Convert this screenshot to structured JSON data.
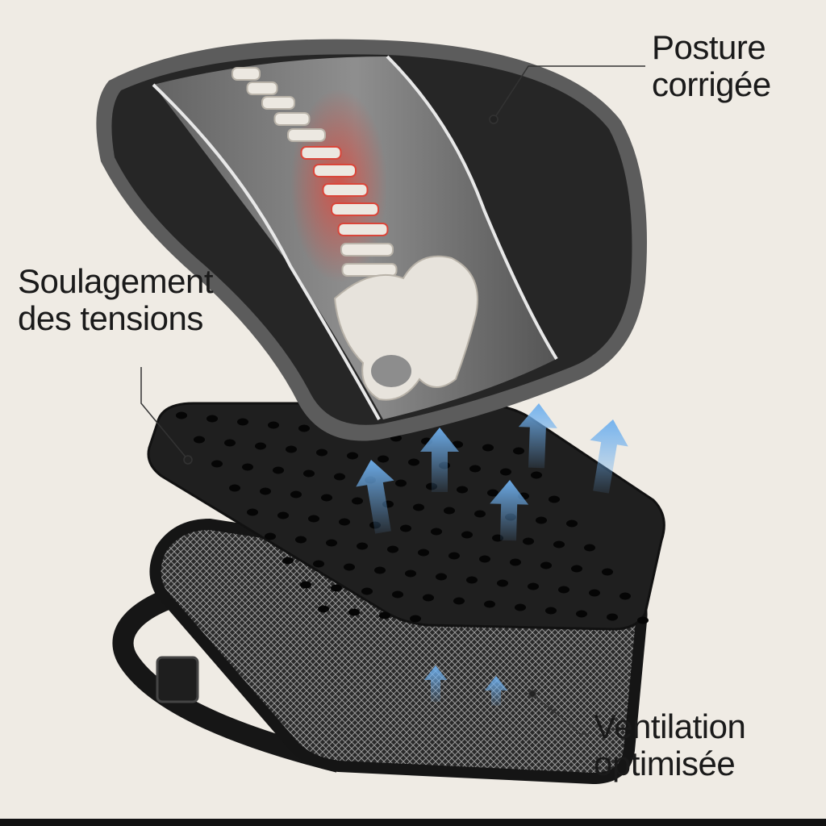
{
  "labels": {
    "posture": [
      "Posture",
      "corrigée"
    ],
    "relief": [
      "Soulagement",
      "des tensions"
    ],
    "ventilation": [
      "Ventilation",
      "optimisée"
    ]
  },
  "colors": {
    "background": "#efebe4",
    "cushion": "#2b2b2b",
    "cushion_border": "#555555",
    "arrow": "#6fb0ee",
    "spine_highlight": "#d9463a"
  },
  "icons": [
    "backrest-cushion",
    "spine",
    "pelvis",
    "perforated-plate",
    "mesh-layer",
    "strap-buckle",
    "airflow-arrow"
  ]
}
